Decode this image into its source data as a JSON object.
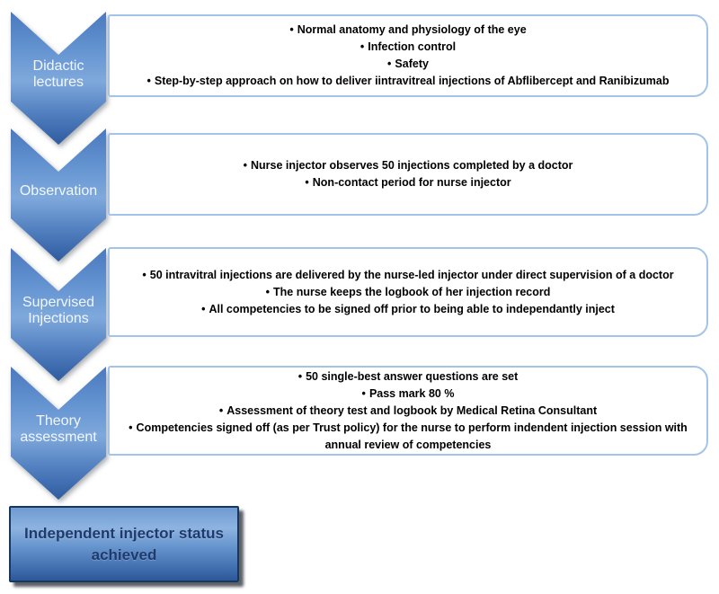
{
  "bullet_char": "•",
  "colors": {
    "chevron_top": "#4a79be",
    "chevron_highlight": "#7fa9dc",
    "chevron_bottom": "#2e5c9f",
    "box_border": "#a3c4e8",
    "final_box_border": "#17375e",
    "final_box_text": "#1f3a6e",
    "chevron_text": "#f2f7fd",
    "bullet_text": "#000000"
  },
  "steps": [
    {
      "label": "Didactic lectures",
      "bullets": [
        "Normal anatomy and physiology of the eye",
        "Infection control",
        "Safety",
        "Step-by-step approach on how to deliver iintravitreal injections of Abflibercept and Ranibizumab"
      ]
    },
    {
      "label": "Observation",
      "bullets": [
        "Nurse injector observes 50 injections completed by a doctor",
        "Non-contact period for nurse injector"
      ]
    },
    {
      "label": "Supervised Injections",
      "bullets": [
        "50 intravitral injections are delivered by the nurse-led injector under direct supervision of a doctor",
        "The nurse keeps the logbook of her injection record",
        "All competencies to be signed off prior to being able to independantly inject"
      ]
    },
    {
      "label": "Theory assessment",
      "bullets": [
        "50 single-best answer questions are set",
        "Pass mark 80 %",
        "Assessment of theory test and logbook by Medical Retina Consultant",
        "Competencies signed off (as per Trust policy) for the nurse to perform indendent injection session with annual review of competencies"
      ]
    }
  ],
  "final_step": {
    "label": "Independent injector status achieved"
  }
}
